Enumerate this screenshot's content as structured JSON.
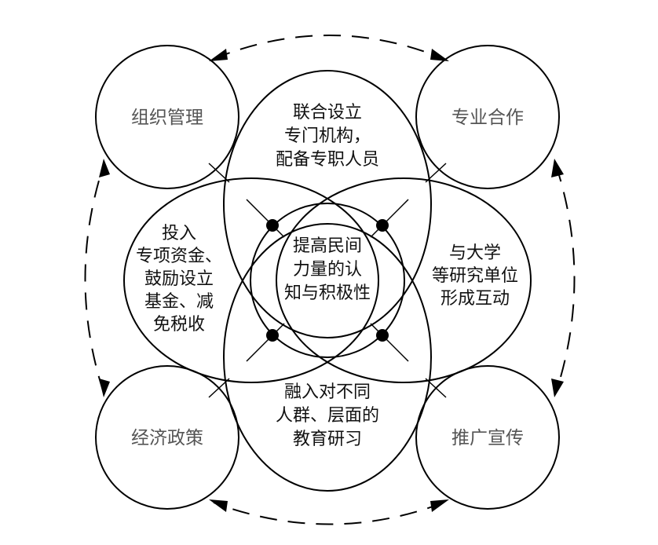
{
  "center": {
    "lines": [
      "提高民间",
      "力量的认",
      "知与积极性"
    ]
  },
  "corners": {
    "top_left": "组织管理",
    "top_right": "专业合作",
    "bottom_left": "经济政策",
    "bottom_right": "推广宣传"
  },
  "petals": {
    "top": [
      "联合设立",
      "专门机构，",
      "配备专职人员"
    ],
    "bottom": [
      "融入对不同",
      "人群、层面的",
      "教育研习"
    ],
    "left": [
      "投入",
      "专项资金、",
      "鼓励设立",
      "基金、减",
      "免税收"
    ],
    "right": [
      "与大学",
      "等研究单位",
      "形成互动"
    ]
  }
}
